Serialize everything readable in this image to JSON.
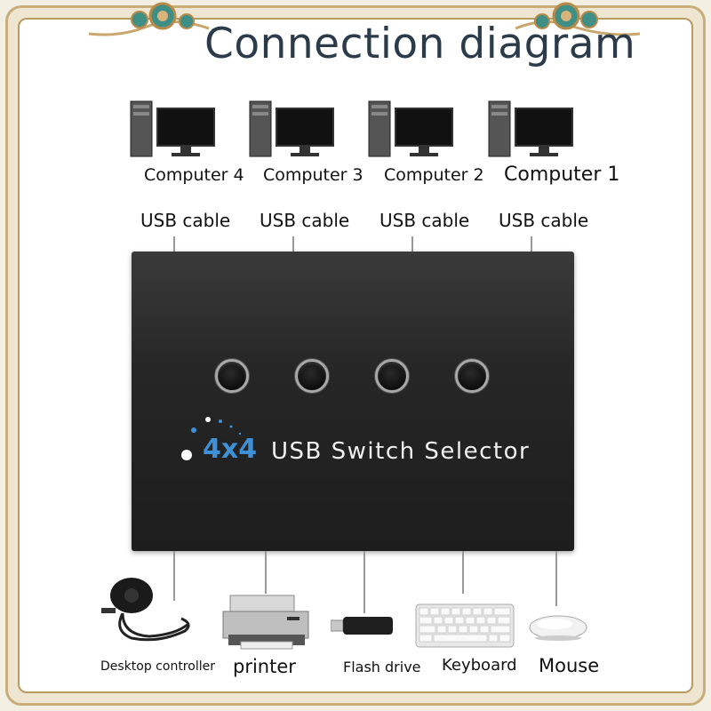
{
  "title": "Connection diagram",
  "computers": [
    {
      "label": "Computer 4"
    },
    {
      "label": "Computer 3"
    },
    {
      "label": "Computer 2"
    },
    {
      "label": "Computer 1"
    }
  ],
  "cable_label": "USB cable",
  "switch": {
    "brand_prefix": "4x4",
    "brand_text": "USB  Switch  Selector",
    "button_count": 4
  },
  "devices": [
    {
      "label": "Desktop controller",
      "icon": "desktop-controller-icon"
    },
    {
      "label": "printer",
      "icon": "printer-icon"
    },
    {
      "label": "Flash drive",
      "icon": "flash-drive-icon"
    },
    {
      "label": "Keyboard",
      "icon": "keyboard-icon"
    },
    {
      "label": "Mouse",
      "icon": "mouse-icon"
    }
  ],
  "colors": {
    "title": "#2c3b4a",
    "brand_accent": "#3d8fd6",
    "switch_body": "#262626",
    "frame_gold": "#c9ad78"
  }
}
